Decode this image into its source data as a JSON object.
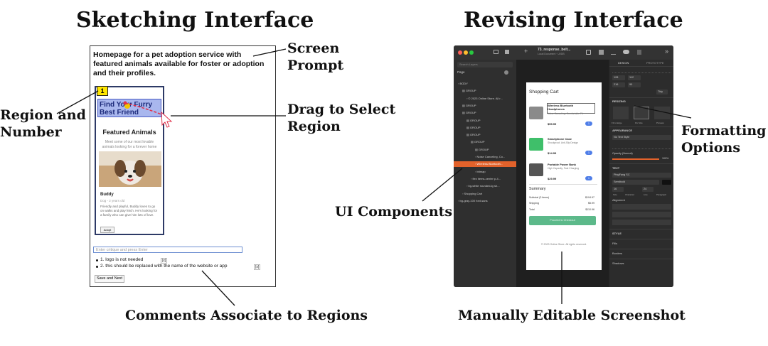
{
  "titles": {
    "sketching": "Sketching Interface",
    "revising": "Revising Interface"
  },
  "annotations": {
    "screen_prompt": [
      "Screen",
      "Prompt"
    ],
    "region_number": [
      "Region and",
      "Number"
    ],
    "drag_select": [
      "Drag to Select",
      "Region"
    ],
    "comments": "Comments Associate to Regions",
    "ui_components": "UI Components",
    "formatting": [
      "Formatting",
      "Options"
    ],
    "editable_screenshot": "Manually Editable Screenshot"
  },
  "sketch": {
    "prompt": "Homepage for a pet adoption service with featured animals available for foster or adoption and their profiles.",
    "region_number": "1",
    "hero_text": "Find Your Furry Best Friend",
    "featured_heading": "Featured Animals",
    "featured_sub": "Meet some of our most lovable animals looking for a forever home",
    "pet_name": "Buddy",
    "pet_age": "Dog - 2 years old",
    "pet_desc": "Friendly and playful, Buddy loves to go on walks and play fetch. He's looking for a family who can give him lots of love.",
    "adopt_label": "Adopt",
    "input_placeholder": "Enter critique and press Enter",
    "comments": [
      "1. logo is not needed",
      "2. this should be replaced with the name of the website or app"
    ],
    "comment_remove": "[x]",
    "save_label": "Save and Next"
  },
  "revise": {
    "filename": "73_response_belt...",
    "subfile": "Local Document · UI/DB",
    "search_placeholder": "Search Layers",
    "page_label": "Page",
    "layers": [
      {
        "label": "BODY",
        "indent": 0,
        "selected": false
      },
      {
        "label": "GROUP",
        "indent": 1,
        "selected": false
      },
      {
        "label": "© 2023 Online Store. All r...",
        "indent": 2,
        "selected": false
      },
      {
        "label": "GROUP",
        "indent": 1,
        "selected": false
      },
      {
        "label": "GROUP",
        "indent": 1,
        "selected": false
      },
      {
        "label": "GROUP",
        "indent": 2,
        "selected": false
      },
      {
        "label": "GROUP",
        "indent": 2,
        "selected": false
      },
      {
        "label": "GROUP",
        "indent": 2,
        "selected": false
      },
      {
        "label": "GROUP",
        "indent": 3,
        "selected": false
      },
      {
        "label": "GROUP",
        "indent": 4,
        "selected": false
      },
      {
        "label": "Noise Canceling, Co...",
        "indent": 4,
        "selected": false
      },
      {
        "label": "Wireless Bluetooth...",
        "indent": 4,
        "selected": true
      },
      {
        "label": "bitmap",
        "indent": 4,
        "selected": false
      },
      {
        "label": "flex items-center p-4...",
        "indent": 3,
        "selected": false
      },
      {
        "label": "bg-white rounded-lg sh...",
        "indent": 2,
        "selected": false
      },
      {
        "label": "Shopping Cart",
        "indent": 1,
        "selected": false
      },
      {
        "label": "bg-gray-100 font-sans",
        "indent": 0,
        "selected": false
      }
    ],
    "cart_title": "Shopping Cart",
    "items": [
      {
        "name": "Wireless Bluetooth Headphones",
        "desc": "Noise Canceling, Comfortable Fit",
        "price": "$59.99",
        "qty": "1",
        "color": "#8a8a8a"
      },
      {
        "name": "Smartphone Case",
        "desc": "Shockproof, Anti-Slip Design",
        "price": "$14.99",
        "qty": "1",
        "color": "#3fbf6a"
      },
      {
        "name": "Portable Power Bank",
        "desc": "High Capacity, Fast Charging",
        "price": "$29.99",
        "qty": "1",
        "color": "#555555"
      }
    ],
    "summary_title": "Summary",
    "summary": [
      {
        "label": "Subtotal (3 items)",
        "value": "$104.97"
      },
      {
        "label": "Shipping",
        "value": "$5.99"
      },
      {
        "label": "Total",
        "value": "$110.96"
      }
    ],
    "checkout_label": "Proceed to Checkout",
    "footer": "© 2023 Online Store. All rights reserved.",
    "panel_tabs": [
      "DESIGN",
      "PROTOTYPE"
    ],
    "sections": {
      "resizing": "RESIZING",
      "appearance": "APPEARANCE",
      "text": "TEXT",
      "alignment": "Alignment",
      "style": "STYLE",
      "fills": "Fills",
      "borders": "Borders",
      "shadows": "Shadows"
    },
    "fields": {
      "x": "128",
      "y": "112",
      "w": "216",
      "h": "90",
      "tidy": "Tidy",
      "text_style": "No Text Style",
      "opacity_label": "Opacity (Normal)",
      "opacity_value": "100%",
      "font": "PingFang SC",
      "weight": "Semibold",
      "size": "16",
      "line": "24",
      "resize_labels": [
        "Fit to Edge",
        "Fix Size",
        "Preview"
      ],
      "text_metrics": [
        "Size",
        "Character",
        "Line",
        "Paragraph"
      ]
    }
  },
  "colors": {
    "annotation_line": "#111111",
    "drag_arrow": "#e0304a",
    "selection": "#e2622b",
    "checkout": "#5cb98a"
  }
}
